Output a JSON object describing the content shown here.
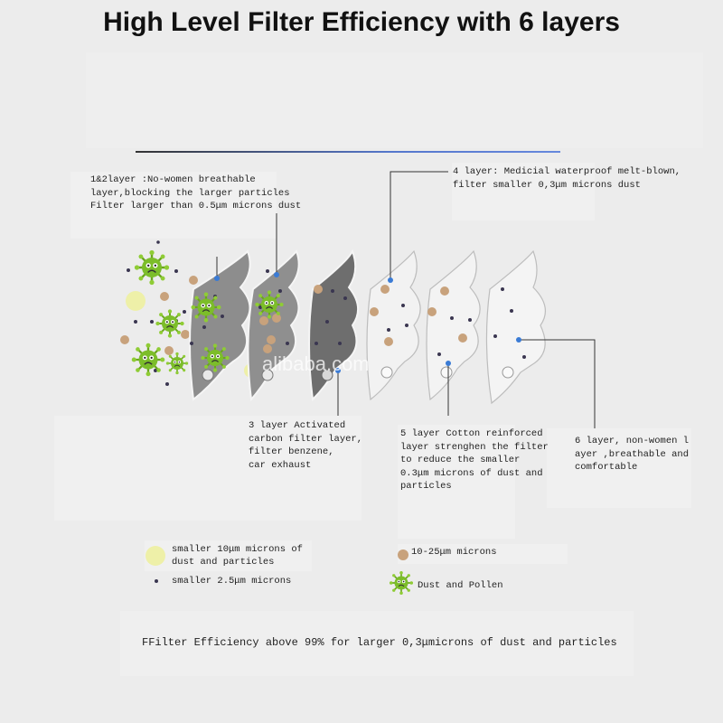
{
  "title": "High Level Filter Efficiency with 6 layers",
  "labels": {
    "layer12": "1&2layer :No-women breathable\nlayer,blocking the larger particles\nFilter larger than 0.5μm microns dust",
    "layer4": "4 layer: Medicial waterproof melt-blown,\nfilter smaller 0,3μm microns dust",
    "layer3": "3 layer Activated\ncarbon filter layer,\nfilter benzene,\ncar exhaust",
    "layer5": "5 layer Cotton reinforced\nlayer strenghen the filter\nto reduce the smaller\n0.3μm microns of dust and\nparticles",
    "layer6": "6 layer, non-women l\nayer ,breathable and\ncomfortable"
  },
  "legend": {
    "yellow": "smaller 10μm microns of\ndust and particles",
    "dot": "smaller 2.5μm microns",
    "tan": "10-25μm microns",
    "virus": "Dust and Pollen"
  },
  "footer": "FFilter Efficiency above 99% for larger 0,3μmicrons of dust and particles",
  "watermark": "alibaba.com",
  "colors": {
    "virus_green": "#7cbd2a",
    "tan_particle": "#c8a27c",
    "yellow_particle": "#eef0a8",
    "dark_dot": "#3a3650",
    "blue_marker": "#3a7bd5",
    "dark_layer": "#8a8a8a",
    "light_layer": "#f2f2f2"
  }
}
